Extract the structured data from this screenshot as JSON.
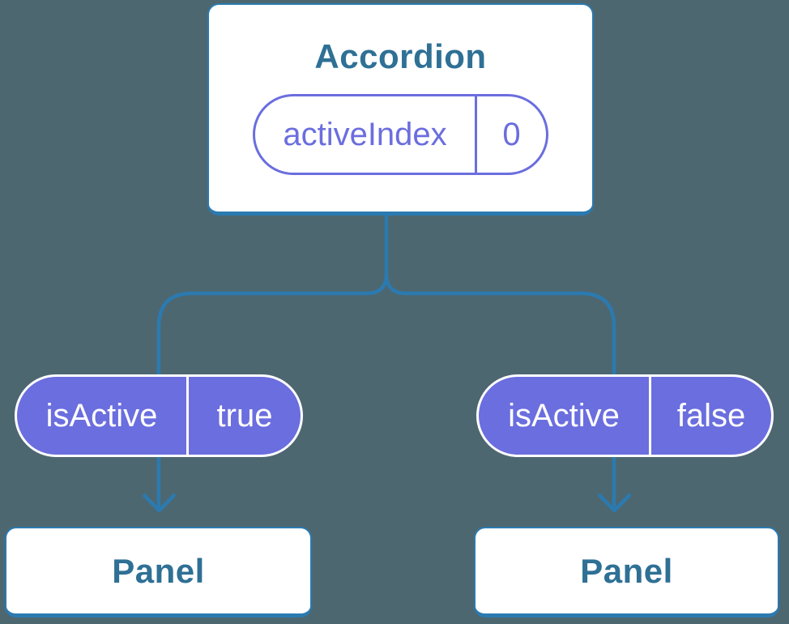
{
  "colors": {
    "background": "#4D6771",
    "connector_blue": "#2B7AB0",
    "component_name_blue": "#2F7095",
    "pill_purple": "#6B6EDE",
    "box_fill": "#FFFFFF",
    "pill_text_on_purple": "#FFFFFF"
  },
  "tree": {
    "root": {
      "label": "Accordion",
      "state": {
        "name": "activeIndex",
        "value": "0"
      }
    },
    "children": [
      {
        "label": "Panel",
        "prop": {
          "name": "isActive",
          "value": "true"
        }
      },
      {
        "label": "Panel",
        "prop": {
          "name": "isActive",
          "value": "false"
        }
      }
    ]
  }
}
